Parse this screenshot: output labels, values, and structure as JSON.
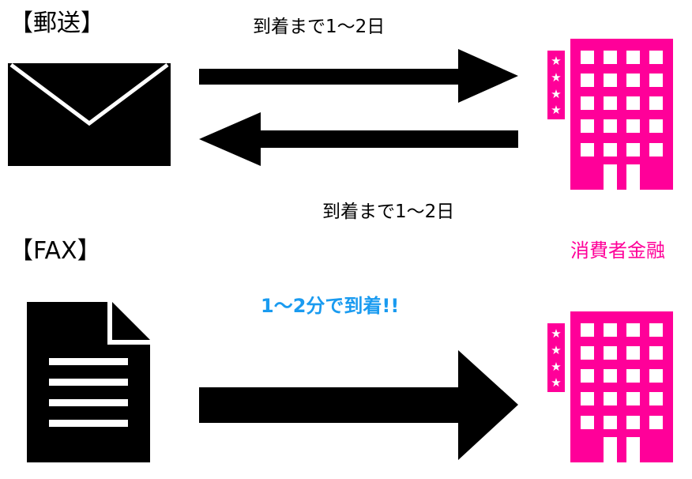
{
  "mail": {
    "heading": "【郵送】",
    "outbound_time": "到着まで1〜2日",
    "return_time": "到着まで1〜2日"
  },
  "fax": {
    "heading": "【FAX】",
    "time": "1〜2分で到着!!"
  },
  "recipient": {
    "label": "消費者金融"
  },
  "colors": {
    "building": "#ff0099",
    "fax_time": "#1a9bf0",
    "icon": "#000000"
  }
}
